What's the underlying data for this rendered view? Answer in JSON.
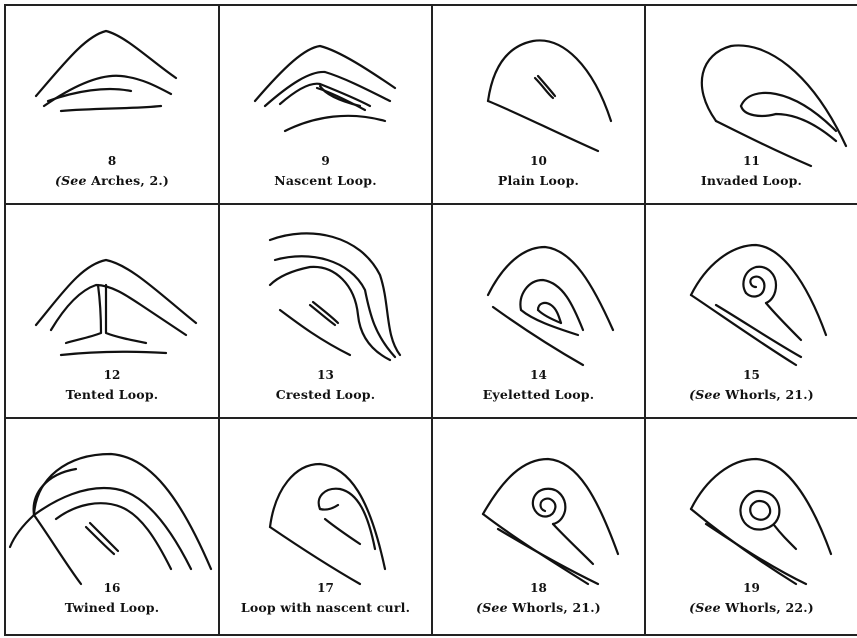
{
  "plate": {
    "cells": [
      {
        "number": "8",
        "caption_prefix": "(See",
        "caption_text": " Arches, 2.)",
        "name": "arches-reference"
      },
      {
        "number": "9",
        "caption_prefix": "",
        "caption_text": "Nascent Loop.",
        "name": "nascent-loop"
      },
      {
        "number": "10",
        "caption_prefix": "",
        "caption_text": "Plain Loop.",
        "name": "plain-loop"
      },
      {
        "number": "11",
        "caption_prefix": "",
        "caption_text": "Invaded Loop.",
        "name": "invaded-loop"
      },
      {
        "number": "12",
        "caption_prefix": "",
        "caption_text": "Tented Loop.",
        "name": "tented-loop"
      },
      {
        "number": "13",
        "caption_prefix": "",
        "caption_text": "Crested Loop.",
        "name": "crested-loop"
      },
      {
        "number": "14",
        "caption_prefix": "",
        "caption_text": "Eyeletted Loop.",
        "name": "eyeletted-loop"
      },
      {
        "number": "15",
        "caption_prefix": "(See",
        "caption_text": " Whorls, 21.)",
        "name": "whorls-21-reference-a"
      },
      {
        "number": "16",
        "caption_prefix": "",
        "caption_text": "Twined Loop.",
        "name": "twined-loop"
      },
      {
        "number": "17",
        "caption_prefix": "",
        "caption_text": "Loop with nascent curl.",
        "name": "loop-with-nascent-curl"
      },
      {
        "number": "18",
        "caption_prefix": "(See",
        "caption_text": " Whorls, 21.)",
        "name": "whorls-21-reference-b"
      },
      {
        "number": "19",
        "caption_prefix": "(See",
        "caption_text": " Whorls, 22.)",
        "name": "whorls-22-reference"
      }
    ]
  }
}
